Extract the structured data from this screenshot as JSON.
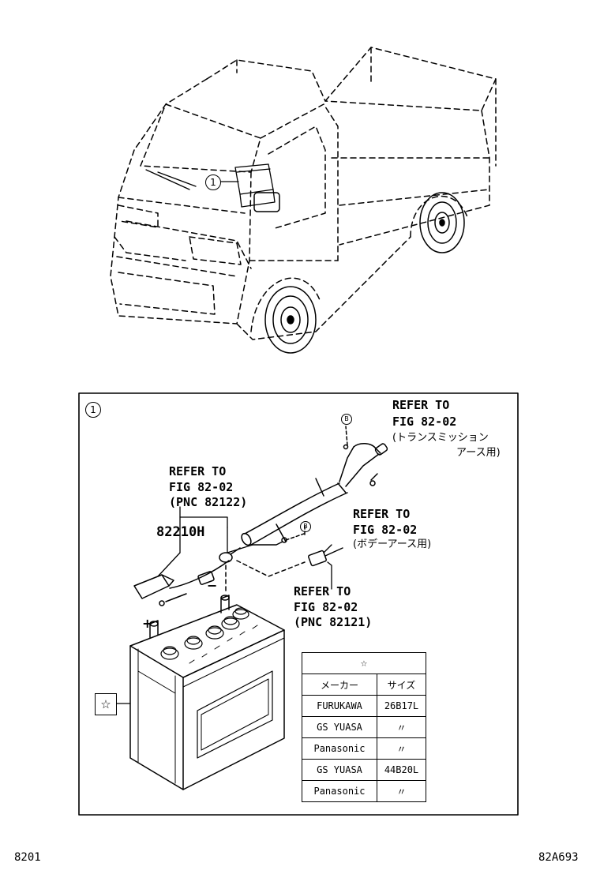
{
  "callouts": {
    "truck_index": "1",
    "box_index": "1",
    "connector_b1": "B",
    "connector_b2": "B"
  },
  "refs": {
    "top_right": {
      "line1": "REFER TO",
      "line2": "FIG 82-02",
      "line3": "(トランスミッション",
      "line4": "アース用)"
    },
    "upper_left": {
      "line1": "REFER TO",
      "line2": "FIG 82-02",
      "line3": "(PNC 82122)"
    },
    "middle_right": {
      "line1": "REFER TO",
      "line2": "FIG 82-02",
      "line3": "(ボデーアース用)"
    },
    "lower_middle": {
      "line1": "REFER TO",
      "line2": "FIG 82-02",
      "line3": "(PNC 82121)"
    }
  },
  "part_number": "82210H",
  "terminals": {
    "positive": "+",
    "negative": "−"
  },
  "star_symbol": "☆",
  "spec_table": {
    "header_symbol": "☆",
    "columns": [
      "メーカー",
      "サイズ"
    ],
    "rows": [
      [
        "FURUKAWA",
        "26B17L"
      ],
      [
        "GS YUASA",
        "〃"
      ],
      [
        "Panasonic",
        "〃"
      ],
      [
        "GS YUASA",
        "44B20L"
      ],
      [
        "Panasonic",
        "〃"
      ]
    ]
  },
  "footer": {
    "left": "8201",
    "right": "82A693"
  }
}
